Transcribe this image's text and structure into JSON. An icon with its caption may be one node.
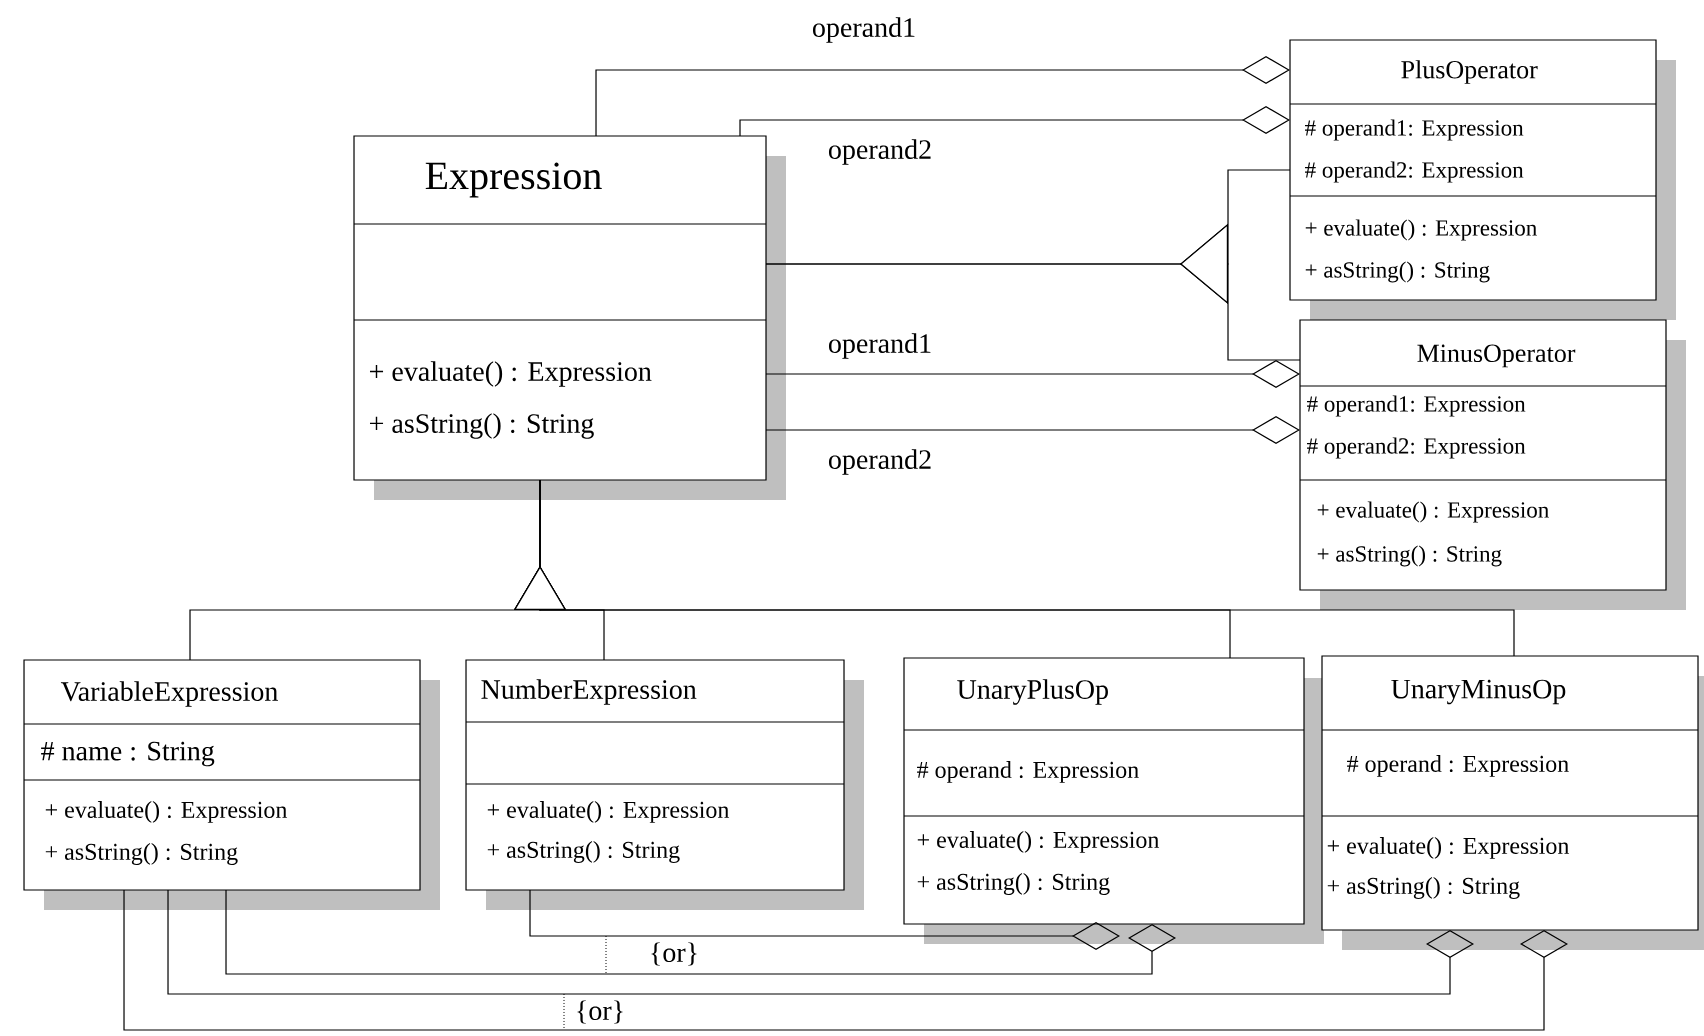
{
  "diagram": {
    "nodes": [
      {
        "text": [
          "Expression",
          "+ evaluate() : Expression",
          "+ asString() : String"
        ]
      },
      {
        "text": [
          "PlusOperator",
          "# operand1: Expression",
          "# operand2: Expression",
          "+ evaluate() : Expression",
          "+ asString() : String"
        ]
      },
      {
        "text": [
          "MinusOperator",
          "# operand1: Expression",
          "# operand2: Expression",
          "+ evaluate() : Expression",
          "+ asString() : String"
        ]
      },
      {
        "text": [
          "VariableExpression",
          "# name : String",
          "+ evaluate() : Expression",
          "+ asString() : String"
        ]
      },
      {
        "text": [
          "NumberExpression",
          "+ evaluate() : Expression",
          "+ asString() : String"
        ]
      },
      {
        "text": [
          "UnaryPlusOp",
          "# operand : Expression",
          "+ evaluate() : Expression",
          "+ asString() : String"
        ]
      },
      {
        "text": [
          "UnaryMinusOp",
          "# operand : Expression",
          "+ evaluate() : Expression",
          "+ asString() : String"
        ]
      }
    ],
    "edges": [
      {
        "from": 0,
        "to": 1,
        "arrow": "other",
        "label": "operand1"
      },
      {
        "from": 0,
        "to": 1,
        "arrow": "other",
        "label": "operand2"
      },
      {
        "from": 1,
        "to": 0,
        "arrow": "to"
      },
      {
        "from": 2,
        "to": 0,
        "arrow": "to"
      },
      {
        "from": 0,
        "to": 2,
        "arrow": "other",
        "label": "operand1"
      },
      {
        "from": 0,
        "to": 2,
        "arrow": "other",
        "label": "operand2"
      },
      {
        "from": 3,
        "to": 0,
        "arrow": "to"
      },
      {
        "from": 4,
        "to": 0,
        "arrow": "to"
      },
      {
        "from": 5,
        "to": 0,
        "arrow": "to"
      },
      {
        "from": 6,
        "to": 0,
        "arrow": "to"
      },
      {
        "from": 4,
        "to": 5,
        "arrow": "other"
      },
      {
        "from": 3,
        "to": 5,
        "arrow": "other"
      },
      {
        "from": 3,
        "to": 6,
        "arrow": "other"
      },
      {
        "from": 3,
        "to": 6,
        "arrow": "other"
      }
    ],
    "labels": [
      "{or}",
      "{or}"
    ]
  }
}
